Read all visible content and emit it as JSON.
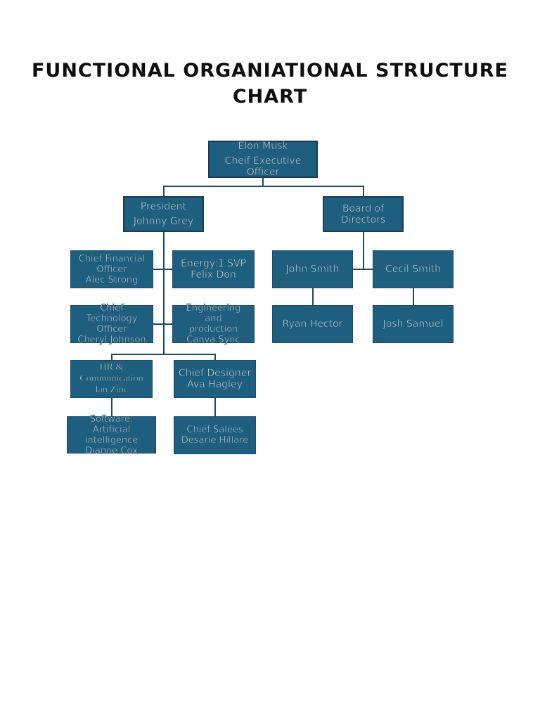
{
  "title": {
    "line1": "FUNCTIONAL ORGANIATIONAL",
    "line2": "STRUCTURE CHART"
  },
  "colors": {
    "box_fill": "#1E5E7E",
    "box_border": "#1B3C59",
    "connector": "#1C4A68",
    "box_text": "#E9F2F7",
    "title_text": "#0E0E0E",
    "page_background": "#FFFFFF"
  },
  "nodes": {
    "ceo": {
      "lines": [
        "Elon Musk",
        "Cheif Executive",
        "Officer"
      ]
    },
    "president": {
      "lines": [
        "President",
        "Johnny Grey"
      ]
    },
    "board": {
      "lines": [
        "Board of",
        "Directors"
      ]
    },
    "cfo": {
      "lines": [
        "Chief Financial",
        "Officer",
        "Alec Strong"
      ]
    },
    "energy": {
      "lines": [
        "Energy:1 SVP",
        "Felix Don"
      ]
    },
    "john": {
      "lines": [
        "John Smith"
      ]
    },
    "cecil": {
      "lines": [
        "Cecil Smith"
      ]
    },
    "cto": {
      "lines": [
        "Chief",
        "Technology",
        "Officer",
        "Cheryl Johnson"
      ]
    },
    "engineering": {
      "lines": [
        "Engineering",
        "and",
        "production",
        "Canva Sync"
      ]
    },
    "ryan": {
      "lines": [
        "Ryan Hector"
      ]
    },
    "josh": {
      "lines": [
        "Josh Samuel"
      ]
    },
    "hr": {
      "lines": [
        "HR &",
        "Communication",
        "Ian Zinc"
      ]
    },
    "designer": {
      "lines": [
        "Chief Designer",
        "Ava Hagley"
      ]
    },
    "software": {
      "lines": [
        "Software:",
        "Artificial",
        "intelligence",
        "Dianne Cox"
      ]
    },
    "sales": {
      "lines": [
        "Chief Salees",
        "Desarie Hillare"
      ]
    }
  }
}
